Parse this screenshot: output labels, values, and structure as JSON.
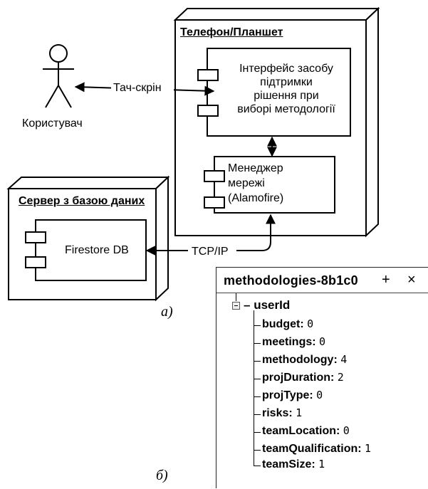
{
  "diagram": {
    "phone_node": {
      "title": "Телефон/Планшет"
    },
    "ui_component": {
      "lines": [
        "Інтерфейс засобу",
        "підтримки",
        "рішення при",
        "виборі методології"
      ]
    },
    "network_component": {
      "lines": [
        "Менеджер",
        "мережі",
        "(Alamofire)"
      ]
    },
    "server_node": {
      "title": "Сервер з базою даних"
    },
    "db_component": {
      "label": "Firestore DB"
    },
    "actor": {
      "label": "Користувач"
    },
    "touch_link": {
      "label": "Тач-скрін"
    },
    "tcp_link": {
      "label": "TCP/IP"
    },
    "caption_a": "а)",
    "caption_b": "б)"
  },
  "firestore_panel": {
    "title": "methodologies-8b1c0",
    "plus_symbol": "+",
    "close_symbol": "×",
    "root": "userId",
    "root_prefix": "–",
    "fields": [
      {
        "key": "budget:",
        "value": "0"
      },
      {
        "key": "meetings:",
        "value": "0"
      },
      {
        "key": "methodology:",
        "value": "4"
      },
      {
        "key": "projDuration:",
        "value": "2"
      },
      {
        "key": "projType:",
        "value": "0"
      },
      {
        "key": "risks:",
        "value": "1"
      },
      {
        "key": "teamLocation:",
        "value": "0"
      },
      {
        "key": "teamQualification:",
        "value": "1"
      },
      {
        "key": "teamSize:",
        "value": "1"
      }
    ]
  }
}
